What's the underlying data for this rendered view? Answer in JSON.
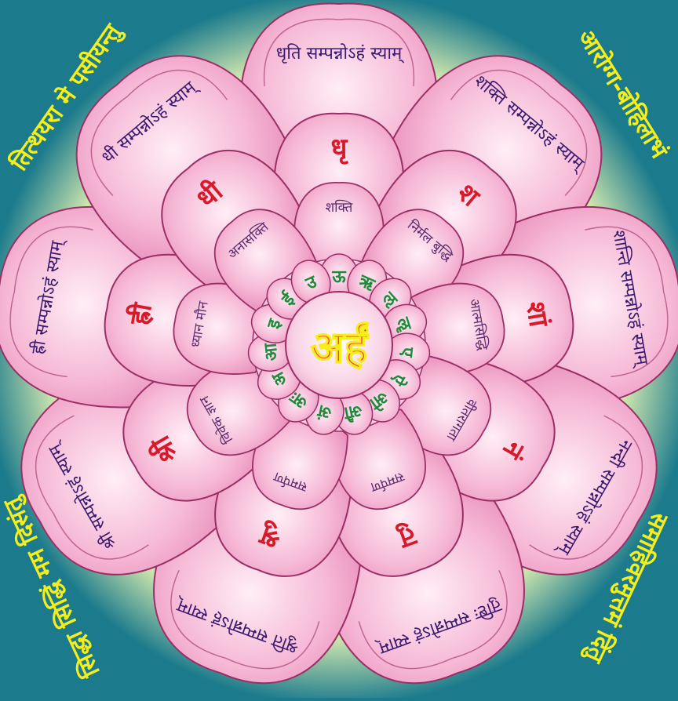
{
  "center_mantra": "अर्हं",
  "corner_texts": {
    "top_left": "तित्थयरा मे पसीयन्तु",
    "top_right": "आरोग्ग-बोहिलाभं",
    "bottom_left": "सिद्धा सिद्धिं मम दिसंतु",
    "bottom_right": "समाहिवरमुत्तमं दिंतु"
  },
  "outer_petals": [
    "धृति सम्पन्नोऽहं स्याम्",
    "शक्ति सम्पन्नोऽहं स्याम्",
    "शान्ति सम्पन्नोऽहं स्याम्",
    "नन्दी सम्पन्नोऽहं स्याम्",
    "तुष्टिः सम्पन्नोऽहं स्याम्",
    "श्रुति सम्पन्नोऽहं स्याम्",
    "श्री सम्पन्नोऽहं स्याम्",
    "ह्री सम्पन्नोऽहं स्याम्",
    "धी सम्पन्नोऽहं स्याम्"
  ],
  "bija_letters": [
    "धृ",
    "श",
    "शां",
    "नं",
    "तु",
    "श्रु",
    "श्री",
    "ह्री",
    "धी"
  ],
  "inner_petal_words": [
    "शक्ति",
    "निर्मल बुद्धि",
    "आत्मसिद्धि",
    "वीतरागता",
    "समर्पण",
    "समर्पण",
    "विवेक ज्ञान",
    "ध्यान मौन",
    "अनासक्ति"
  ],
  "ring_letters": [
    "ऊ",
    "ऋ",
    "ऌ",
    "ॡ",
    "ए",
    "ऐ",
    "ओ",
    "औ",
    "अं",
    "अः",
    "अ",
    "आ",
    "इ",
    "ई",
    "उ"
  ],
  "colors": {
    "background": "#1b7a8c",
    "halo": "#f7f39a",
    "petal_fill": "#f8c4dc",
    "petal_stroke": "#9b2e66",
    "outer_text": "#3a1a6e",
    "bija_text": "#d61a2a",
    "inner_text": "#5a2a6e",
    "ring_text": "#1f8a3c",
    "center_text": "#ff1e6e",
    "corner_text": "#f6ee1a"
  }
}
